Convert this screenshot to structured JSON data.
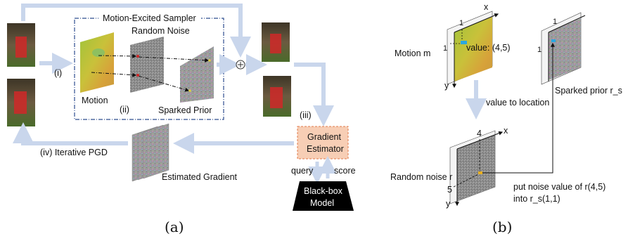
{
  "panel_a": {
    "sampler_title": "Motion-Excited Sampler",
    "random_noise_label": "Random Noise",
    "motion_label": "Motion",
    "sparked_prior_label": "Sparked Prior",
    "step_i": "(i)",
    "step_ii": "(ii)",
    "step_iii": "(iii)",
    "step_iv": "(iv) Iterative PGD",
    "add_symbol": "⊕",
    "gradient_estimator_line1": "Gradient",
    "gradient_estimator_line2": "Estimator",
    "estimated_gradient_label": "Estimated Gradient",
    "query_label": "query",
    "score_label": "score",
    "model_line1": "Black-box",
    "model_line2": "Model",
    "caption": "(a)"
  },
  "panel_b": {
    "motion_label": "Motion m",
    "value_label": "value: (4,5)",
    "axis_x": "x",
    "axis_y": "y",
    "tick_1": "1",
    "tick_4": "4",
    "tick_5": "5",
    "value_to_location": "value to location",
    "sparked_prior_label": "Sparked prior r_s",
    "random_noise_label": "Random noise r",
    "put_noise_line1": "put noise value of r(4,5)",
    "put_noise_line2": "into r_s(1,1)",
    "caption": "(b)"
  },
  "colors": {
    "arrow_light_blue": "#c9d6ec",
    "dashed_box": "#2e4d8f",
    "estimator_fill": "#f7ceb5",
    "estimator_stroke": "#e07a4a",
    "model_fill": "#000000",
    "noise_gray": "#8d8d8d",
    "motion_yellow": "#c9c13a",
    "motion_green": "#8fbf3c"
  },
  "icons": {
    "adder": "circle-plus-icon",
    "video_frame": "video-frame-icon",
    "noise_map": "noise-map-icon",
    "motion_map": "motion-map-icon"
  }
}
